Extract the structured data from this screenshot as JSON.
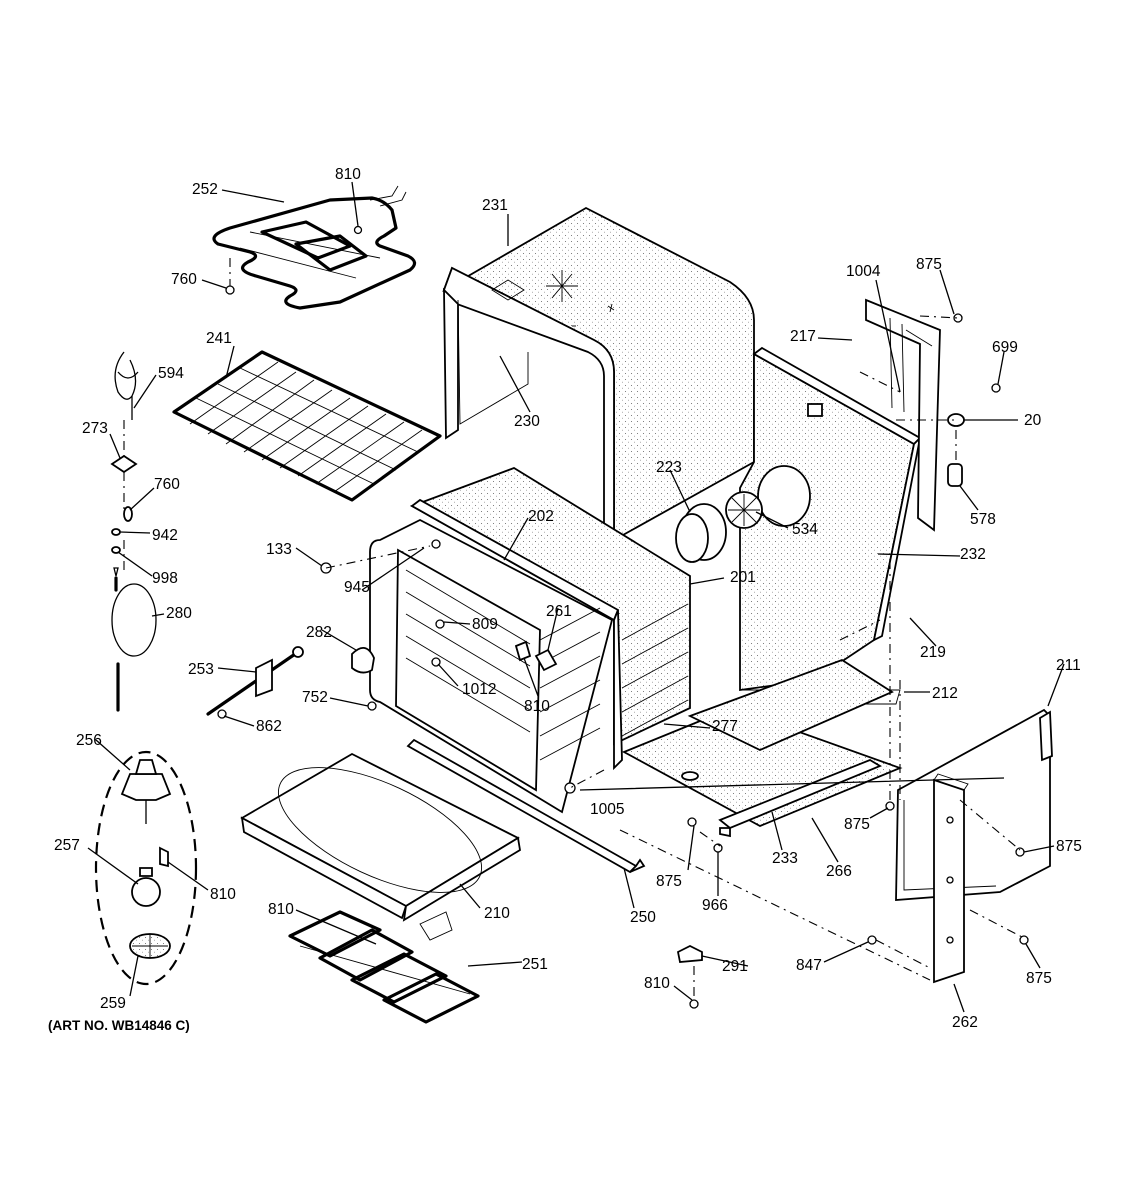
{
  "labels": {
    "l252": "252",
    "l810a": "810",
    "l760a": "760",
    "l231": "231",
    "l241": "241",
    "l594": "594",
    "l273": "273",
    "l760b": "760",
    "l942": "942",
    "l998": "998",
    "l280": "280",
    "l230": "230",
    "l1004": "1004",
    "l875a": "875",
    "l217": "217",
    "l699": "699",
    "l20": "20",
    "l578": "578",
    "l223": "223",
    "l534": "534",
    "l202": "202",
    "l133": "133",
    "l945": "945",
    "l201": "201",
    "l232": "232",
    "l261": "261",
    "l809": "809",
    "l282": "282",
    "l253": "253",
    "l1012": "1012",
    "l810b": "810",
    "l219": "219",
    "l211": "211",
    "l212": "212",
    "l752": "752",
    "l862": "862",
    "l277": "277",
    "l256": "256",
    "l1005": "1005",
    "l875b": "875",
    "l875c": "875",
    "l257": "257",
    "l810c": "810",
    "l233": "233",
    "l266": "266",
    "l875d": "875",
    "l966": "966",
    "l810d": "810",
    "l210": "210",
    "l250": "250",
    "l251": "251",
    "l291": "291",
    "l847": "847",
    "l875e": "875",
    "l259": "259",
    "l810e": "810",
    "l262": "262"
  },
  "art_number": "(ART NO. WB14846 C)"
}
